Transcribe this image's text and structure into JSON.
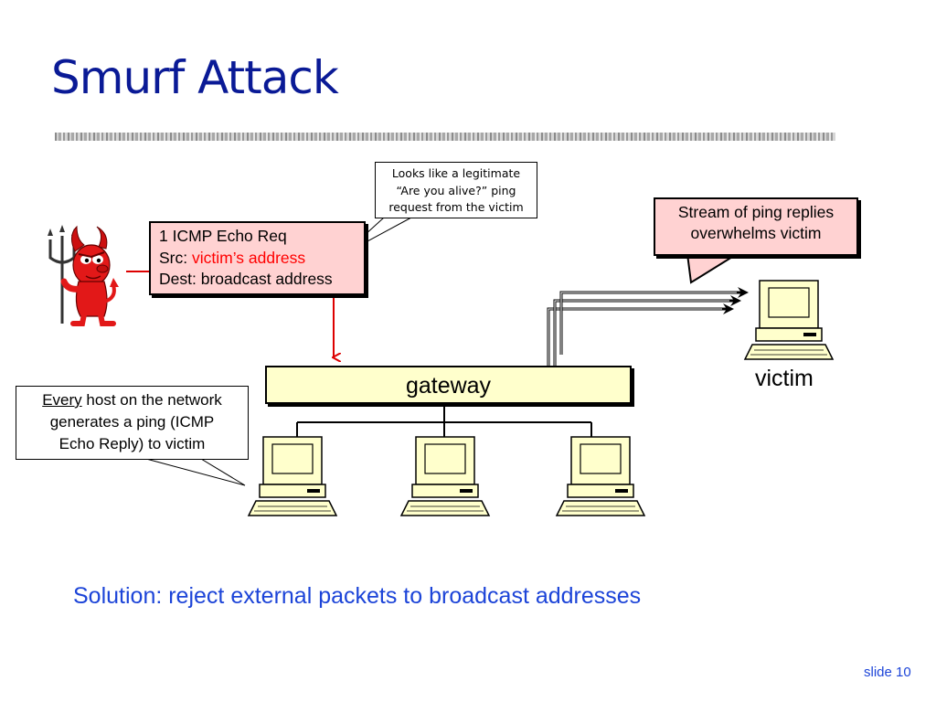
{
  "slide": {
    "title": "Smurf Attack",
    "slide_number": "slide 10"
  },
  "callouts": {
    "legit_ping": {
      "line1": "Looks like a legitimate",
      "line2": "“Are you alive?” ping",
      "line3": "request from the victim"
    },
    "icmp_request": {
      "line1": "1 ICMP Echo Req",
      "src_label": "Src: ",
      "src_value": "victim’s address",
      "line3": "Dest: broadcast address"
    },
    "stream": {
      "line1": "Stream of ping replies",
      "line2": "overwhelms victim"
    },
    "every_host": {
      "emph": "Every",
      "rest": " host on the network",
      "line2": "generates a ping (ICMP",
      "line3": "Echo Reply) to victim"
    }
  },
  "nodes": {
    "gateway": "gateway",
    "victim": "victim",
    "attacker_icon": "devil-icon",
    "computer_icon": "computer-icon"
  },
  "solution": "Solution: reject external packets to broadcast addresses",
  "colors": {
    "title": "#0a1a96",
    "solution": "#1c44d8",
    "highlight": "#ff0000",
    "pink_box": "#ffd2d2",
    "gateway_box": "#ffffcc"
  }
}
